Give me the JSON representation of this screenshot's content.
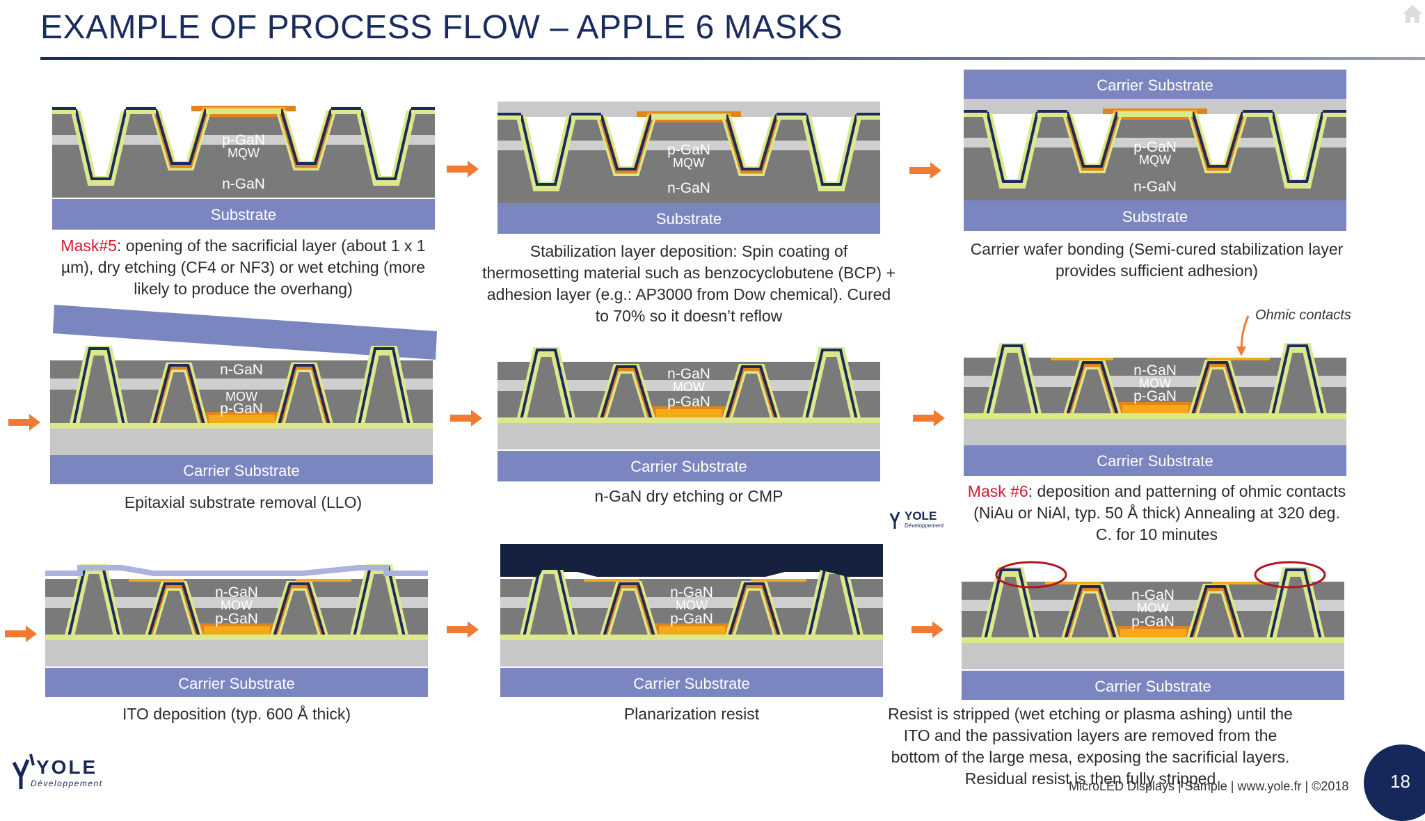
{
  "title": "EXAMPLE OF PROCESS FLOW – APPLE 6 MASKS",
  "colors": {
    "navy": "#1a2b5e",
    "substrate": "#7b86c1",
    "ngan": "#7a7a7a",
    "mqw": "#cfcfcf",
    "passivation": "#dde88a",
    "orange": "#e0841e",
    "ito": "#f3aa16",
    "sacrificial": "#c7c7c7",
    "resist": "#16203f",
    "arrow": "#f07a32",
    "mask_red": "#d41b2c"
  },
  "labels": {
    "pgan": "p-GaN",
    "mqw": "MQW",
    "mow": "MOW",
    "ngan": "n-GaN",
    "substrate": "Substrate",
    "carrier": "Carrier Substrate"
  },
  "steps": [
    {
      "caption_mask": "Mask#5",
      "caption_rest": ": opening of the sacrificial layer (about 1 x 1 µm), dry etching (CF4 or NF3) or wet etching (more likely to produce the overhang)"
    },
    {
      "caption_mask": "",
      "caption_rest": "Stabilization layer deposition: Spin coating of thermosetting material such as benzocyclobutene (BCP) + adhesion layer (e.g.: AP3000 from Dow chemical). Cured to 70% so it doesn’t reflow"
    },
    {
      "caption_mask": "",
      "caption_rest": "Carrier wafer bonding (Semi-cured stabilization layer provides sufficient adhesion)"
    },
    {
      "caption_mask": "",
      "caption_rest": "Epitaxial substrate removal (LLO)"
    },
    {
      "caption_mask": "",
      "caption_rest": "n-GaN dry etching or CMP"
    },
    {
      "caption_mask": "Mask #6",
      "caption_rest": ": deposition and patterning of ohmic contacts (NiAu or NiAl, typ. 50 Å thick) Annealing at 320 deg. C. for 10 minutes"
    },
    {
      "caption_mask": "",
      "caption_rest": "ITO deposition (typ. 600 Å thick)"
    },
    {
      "caption_mask": "",
      "caption_rest": "Planarization resist"
    },
    {
      "caption_mask": "",
      "caption_rest": "Resist is stripped (wet etching or plasma ashing) until the ITO and the passivation layers are removed from the bottom of the large mesa, exposing the sacrificial layers. Residual resist is then fully stripped"
    }
  ],
  "annotation": "Ohmic contacts",
  "logo": {
    "name": "YOLE",
    "sub": "Développement"
  },
  "footer": "MicroLED Displays | Sample | www.yole.fr | ©2018",
  "page_number": "18"
}
